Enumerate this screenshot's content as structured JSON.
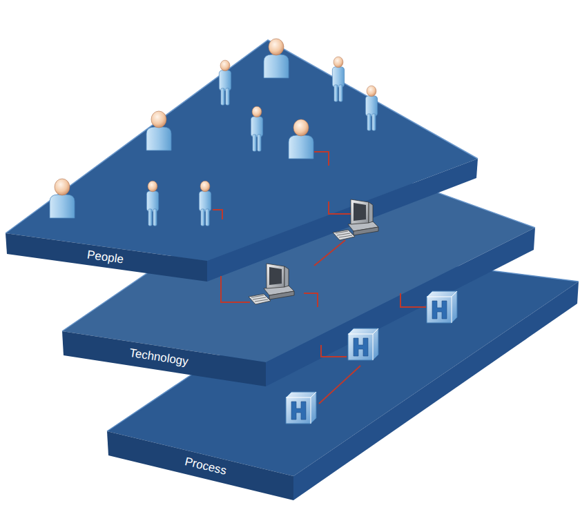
{
  "diagram": {
    "nodes": [
      {
        "text": [
          "People"
        ]
      },
      {
        "text": [
          "Technology"
        ]
      },
      {
        "text": [
          "Process"
        ]
      }
    ]
  }
}
